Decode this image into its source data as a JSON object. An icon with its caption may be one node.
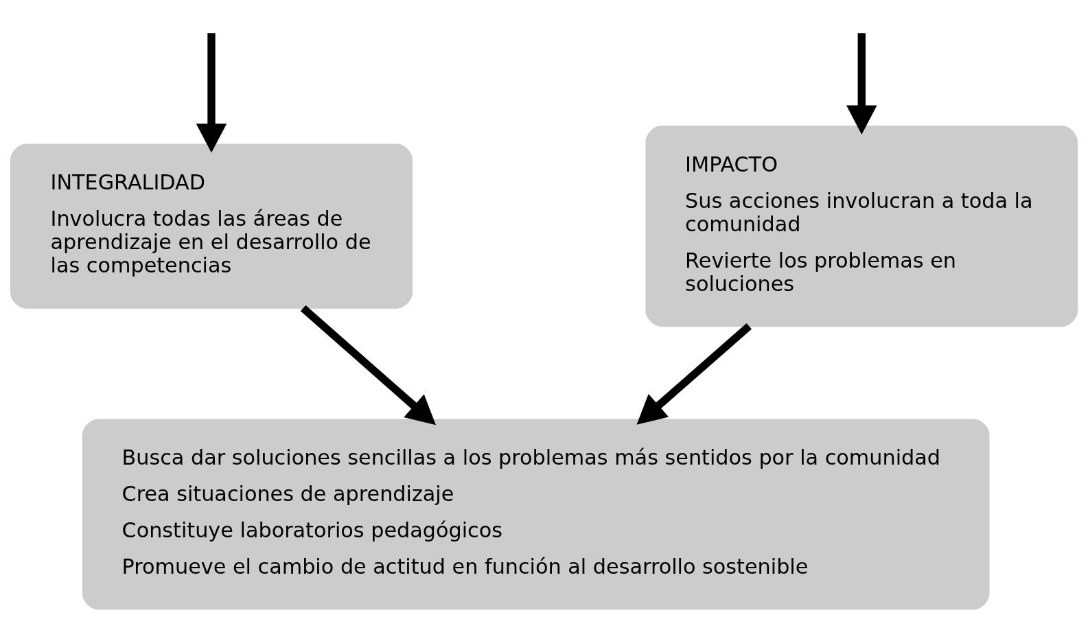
{
  "diagram": {
    "nodes": [
      {
        "text": [
          "INTEGRALIDAD",
          "Involucra todas las áreas de aprendizaje en el desarrollo de las competencias"
        ]
      },
      {
        "text": [
          "IMPACTO",
          "Sus acciones involucran a toda la comunidad",
          "Revierte los problemas en soluciones"
        ]
      },
      {
        "text": [
          "Busca dar soluciones sencillas a los problemas más sentidos por la comunidad",
          "Crea situaciones de aprendizaje",
          "Constituye laboratorios pedagógicos",
          "Promueve el cambio de actitud en función al desarrollo sostenible"
        ]
      }
    ],
    "edges": [
      {
        "from": null,
        "to": 0,
        "arrow": "to"
      },
      {
        "from": null,
        "to": 1,
        "arrow": "to"
      },
      {
        "from": 0,
        "to": 2,
        "arrow": "to"
      },
      {
        "from": 1,
        "to": 2,
        "arrow": "to"
      }
    ]
  }
}
